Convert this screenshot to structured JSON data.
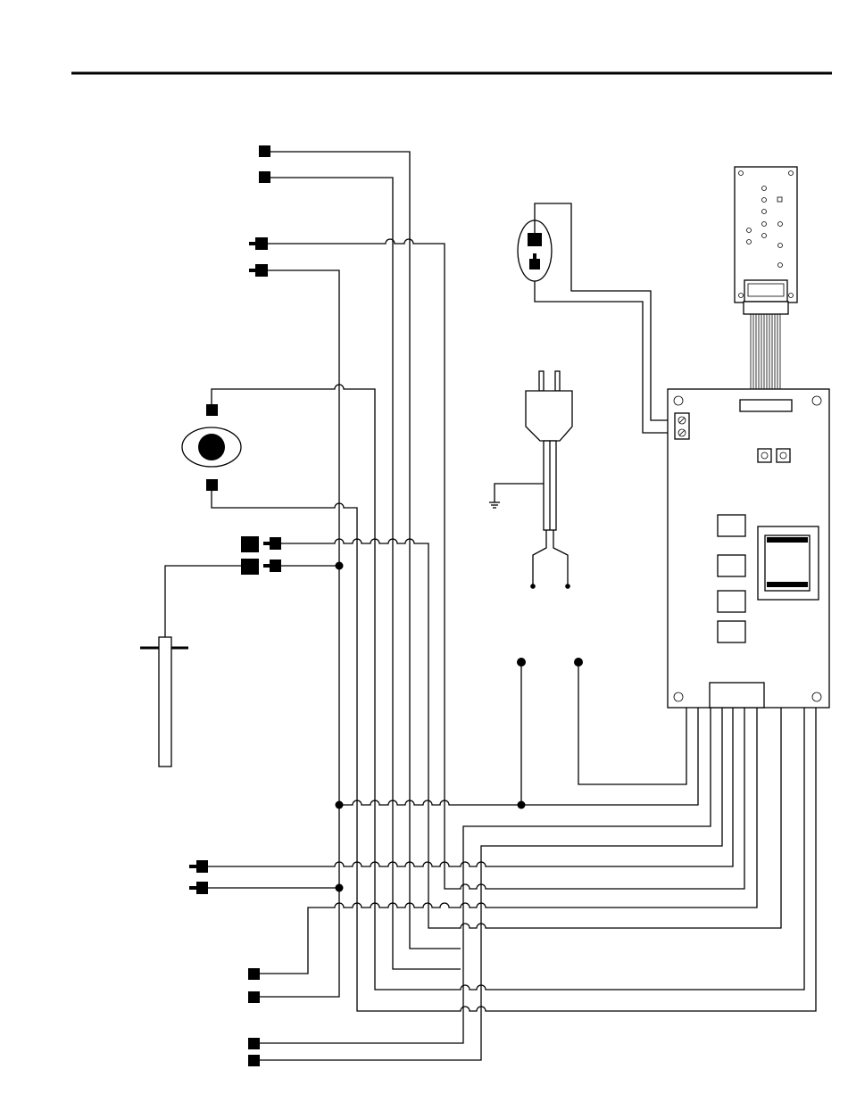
{
  "diagram": {
    "type": "wiring-schematic",
    "labels": [],
    "colors": {
      "line": "#000000",
      "background": "#ffffff"
    },
    "components": [
      "terminal-block",
      "ignitor",
      "flame-sensor-probe",
      "power-cord-plug",
      "ground-symbol",
      "switch",
      "control-board",
      "remote-receiver-board",
      "ribbon-cable"
    ]
  }
}
